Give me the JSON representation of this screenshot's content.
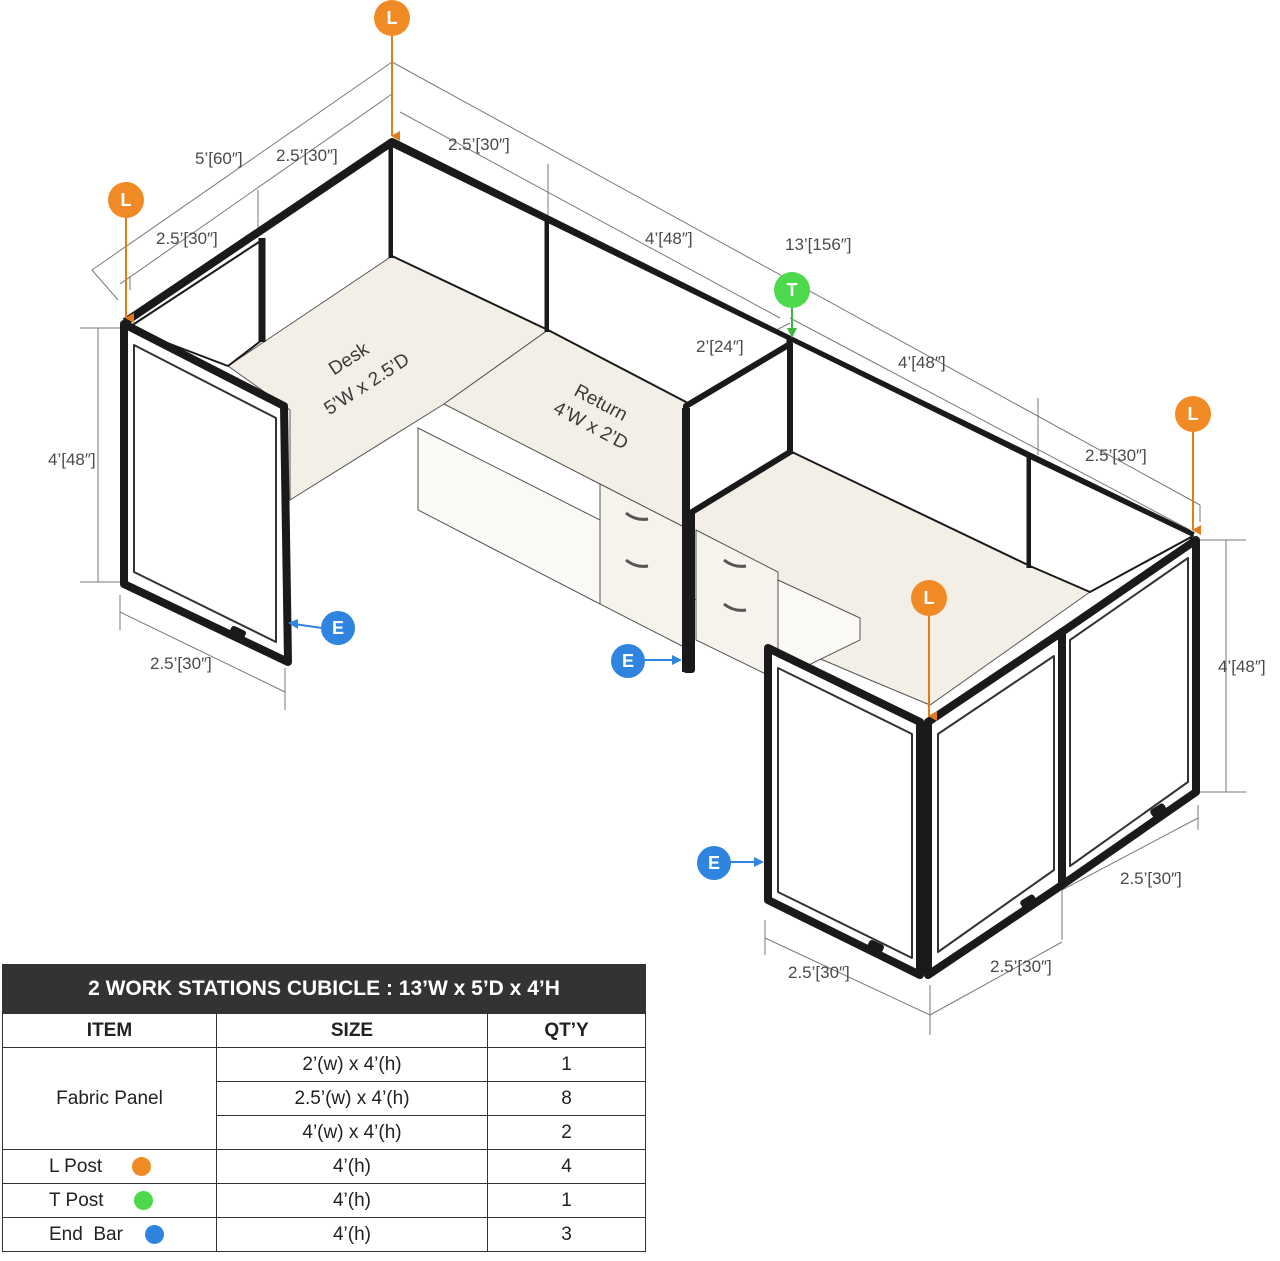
{
  "markers": {
    "l_post": "L",
    "t_post": "T",
    "end_bar": "E"
  },
  "colors": {
    "l_post": "#f08a24",
    "t_post": "#4cd94c",
    "end_bar": "#2f84e0",
    "panel": "#ffffff",
    "frame": "#1a1a1a",
    "desk": "#f3eee6"
  },
  "dimensions": {
    "total_width": "13’[156″]",
    "left_depth": "5’[60″]",
    "left_back_a": "2.5’[30″]",
    "left_side_a": "2.5’[30″]",
    "back_a": "2.5’[30″]",
    "back_b": "4’[48″]",
    "divider": "2’[24″]",
    "back_c": "4’[48″]",
    "right_back": "2.5’[30″]",
    "left_height": "4’[48″]",
    "left_front": "2.5’[30″]",
    "right_height": "4’[48″]",
    "right_side": "2.5’[30″]",
    "front_a": "2.5’[30″]",
    "front_b": "2.5’[30″]"
  },
  "labels": {
    "desk_name": "Desk",
    "desk_size": "5’W x 2.5’D",
    "return_name": "Return",
    "return_size": "4’W x 2’D"
  },
  "table": {
    "title": "2 WORK STATIONS  CUBICLE : 13’W x 5’D x 4’H",
    "headers": [
      "ITEM",
      "SIZE",
      "QT’Y"
    ],
    "fabric_panel": "Fabric Panel",
    "fabric_rows": [
      {
        "size": "2’(w) x 4’(h)",
        "qty": "1"
      },
      {
        "size": "2.5’(w) x 4’(h)",
        "qty": "8"
      },
      {
        "size": "4’(w) x 4’(h)",
        "qty": "2"
      }
    ],
    "post_rows": [
      {
        "item": "L Post",
        "size": "4’(h)",
        "qty": "4"
      },
      {
        "item": "T Post",
        "size": "4’(h)",
        "qty": "1"
      },
      {
        "item": "End  Bar",
        "size": "4’(h)",
        "qty": "3"
      }
    ]
  }
}
